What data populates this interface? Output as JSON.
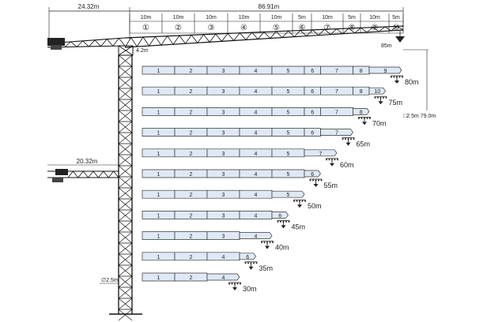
{
  "dims": {
    "counter_jib_top": "24.32m",
    "counter_jib_low": "20.32m",
    "total_jib": "86.91m",
    "pivot_offset": "4.2m",
    "mast_height": "∅2.5m",
    "mast_section": "□2.5m",
    "tip_height_label": "85m",
    "tip_side": "79.0m"
  },
  "segments": [
    {
      "len": "10m",
      "num": "①"
    },
    {
      "len": "10m",
      "num": "②"
    },
    {
      "len": "10m",
      "num": "③"
    },
    {
      "len": "10m",
      "num": "④"
    },
    {
      "len": "10m",
      "num": "⑤"
    },
    {
      "len": "5m",
      "num": "⑥"
    },
    {
      "len": "10m",
      "num": "⑦"
    },
    {
      "len": "5m",
      "num": "⑧"
    },
    {
      "len": "10m",
      "num": "⑨"
    },
    {
      "len": "5m",
      "num": "⑩"
    }
  ],
  "configs": [
    {
      "length": "80m",
      "sections": [
        "1",
        "2",
        "3",
        "4",
        "5",
        "6",
        "7",
        "8",
        "9"
      ]
    },
    {
      "length": "75m",
      "sections": [
        "1",
        "2",
        "3",
        "4",
        "5",
        "6",
        "7",
        "8",
        "10"
      ]
    },
    {
      "length": "70m",
      "sections": [
        "1",
        "2",
        "3",
        "4",
        "5",
        "6",
        "7",
        "8"
      ]
    },
    {
      "length": "65m",
      "sections": [
        "1",
        "2",
        "3",
        "4",
        "5",
        "6",
        "7"
      ]
    },
    {
      "length": "60m",
      "sections": [
        "1",
        "2",
        "3",
        "4",
        "5",
        "7"
      ]
    },
    {
      "length": "55m",
      "sections": [
        "1",
        "2",
        "3",
        "4",
        "5",
        "6"
      ]
    },
    {
      "length": "50m",
      "sections": [
        "1",
        "2",
        "3",
        "4",
        "5"
      ]
    },
    {
      "length": "45m",
      "sections": [
        "1",
        "2",
        "3",
        "4",
        "6"
      ]
    },
    {
      "length": "40m",
      "sections": [
        "1",
        "2",
        "3",
        "4"
      ]
    },
    {
      "length": "35m",
      "sections": [
        "1",
        "2",
        "4",
        "6"
      ]
    },
    {
      "length": "30m",
      "sections": [
        "1",
        "2",
        "4"
      ]
    }
  ],
  "colors": {
    "line": "#1a1a1a",
    "jib_fill": "#dfe9f5",
    "jib_stroke": "#333333"
  }
}
